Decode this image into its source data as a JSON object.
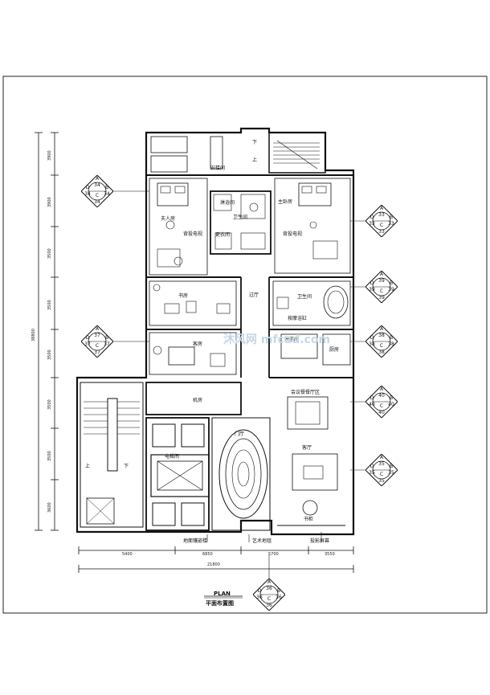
{
  "rooms": {
    "stairwell_top": "安楼间",
    "bath_top": "淋浴间",
    "wc_center": "卫生间",
    "dressing": "更衣间",
    "wife_room": "夫人房",
    "master_bedroom": "主卧房",
    "tv_back_left": "背投电视",
    "tv_back_right": "背投电视",
    "study": "书房",
    "corridor": "过厅",
    "wc_right": "卫生间",
    "massage_bath": "按摩浴缸",
    "guest_room": "客房",
    "shower_room": "淋浴间",
    "kitchen": "厨房",
    "machine_room": "机房",
    "meeting_dining": "会议餐餐厅区",
    "foyer": "门厅",
    "elevator_hall": "电梯间",
    "living_room": "客厅",
    "bookcase": "书柜",
    "up_top": "上",
    "down_top": "下",
    "up_left": "上",
    "down_left": "下"
  },
  "leaders": {
    "floor_mosaic": "地面镶嵌楼",
    "art_floor": "艺术地毯",
    "projection_screen": "投影屏幕"
  },
  "dims_bottom": [
    "5400",
    "6850",
    "5700",
    "3550"
  ],
  "dim_total": "21800",
  "dims_left": [
    "3900",
    "3900",
    "3500",
    "3500",
    "3500",
    "3500",
    "3500",
    "3600"
  ],
  "dim_left_total": "38800",
  "elevation_tags": [
    {
      "a": "A",
      "b": "B",
      "c": "C",
      "d": "D",
      "n1": "34",
      "n2": "34",
      "n3": "34",
      "n4": "34"
    },
    {
      "a": "A",
      "b": "B",
      "c": "C",
      "d": "D",
      "n1": "33",
      "n2": "33",
      "n3": "33",
      "n4": "33"
    },
    {
      "a": "A",
      "b": "B",
      "c": "C",
      "d": "D",
      "n1": "39",
      "n2": "39",
      "n3": "39",
      "n4": "39"
    },
    {
      "a": "A",
      "b": "B",
      "c": "C",
      "d": "D",
      "n1": "37",
      "n2": "37",
      "n3": "37",
      "n4": "37"
    },
    {
      "a": "A",
      "b": "B",
      "c": "C",
      "d": "D",
      "n1": "38",
      "n2": "38",
      "n3": "38",
      "n4": "38"
    },
    {
      "a": "A",
      "b": "B",
      "c": "C",
      "d": "D",
      "n1": "40",
      "n2": "40",
      "n3": "40",
      "n4": "40"
    },
    {
      "a": "A",
      "b": "B",
      "c": "C",
      "d": "D",
      "n1": "35",
      "n2": "35",
      "n3": "35",
      "n4": "35"
    },
    {
      "a": "A",
      "b": "B",
      "c": "C",
      "d": "D",
      "n1": "36",
      "n2": "36",
      "n3": "36",
      "n4": "36"
    }
  ],
  "title_en": "PLAN",
  "title_cn": "平面布置图",
  "watermark": "沐风网 mfcad.com"
}
